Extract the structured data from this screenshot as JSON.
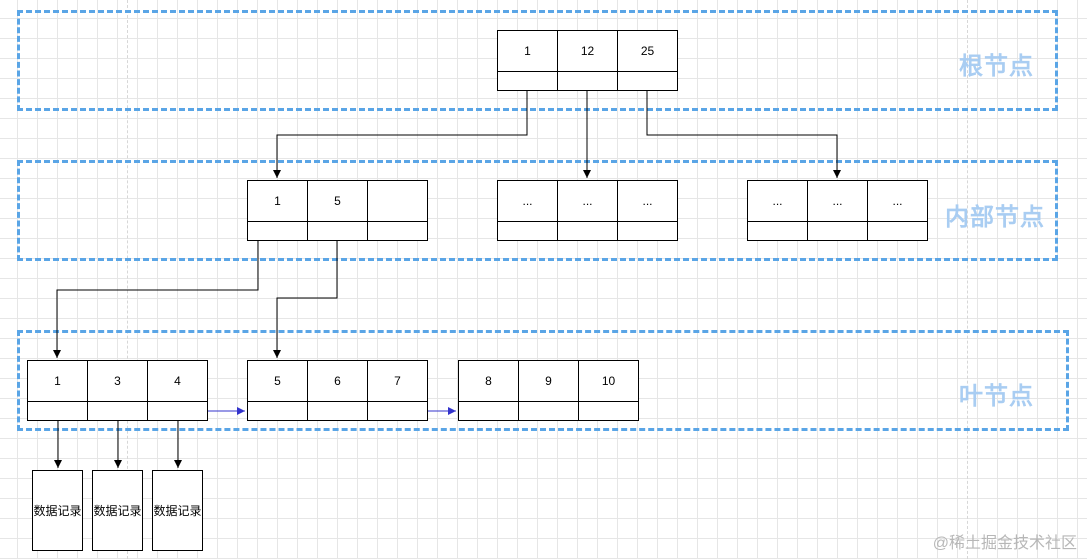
{
  "groups": {
    "root": {
      "label": "根节点"
    },
    "internal": {
      "label": "内部节点"
    },
    "leaf": {
      "label": "叶节点"
    }
  },
  "nodes": {
    "root": {
      "keys": [
        "1",
        "12",
        "25"
      ]
    },
    "internal_1": {
      "keys": [
        "1",
        "5",
        ""
      ]
    },
    "internal_2": {
      "keys": [
        "...",
        "...",
        "..."
      ]
    },
    "internal_3": {
      "keys": [
        "...",
        "...",
        "..."
      ]
    },
    "leaf_1": {
      "keys": [
        "1",
        "3",
        "4"
      ]
    },
    "leaf_2": {
      "keys": [
        "5",
        "6",
        "7"
      ]
    },
    "leaf_3": {
      "keys": [
        "8",
        "9",
        "10"
      ]
    }
  },
  "records": [
    "数据记录",
    "数据记录",
    "数据记录"
  ],
  "colors": {
    "group_border": "#5aa5e6",
    "group_label": "#a9cdf2",
    "tree_edge": "#000000",
    "leaf_link": "#3333cc"
  },
  "watermark": "@稀土掘金技术社区"
}
